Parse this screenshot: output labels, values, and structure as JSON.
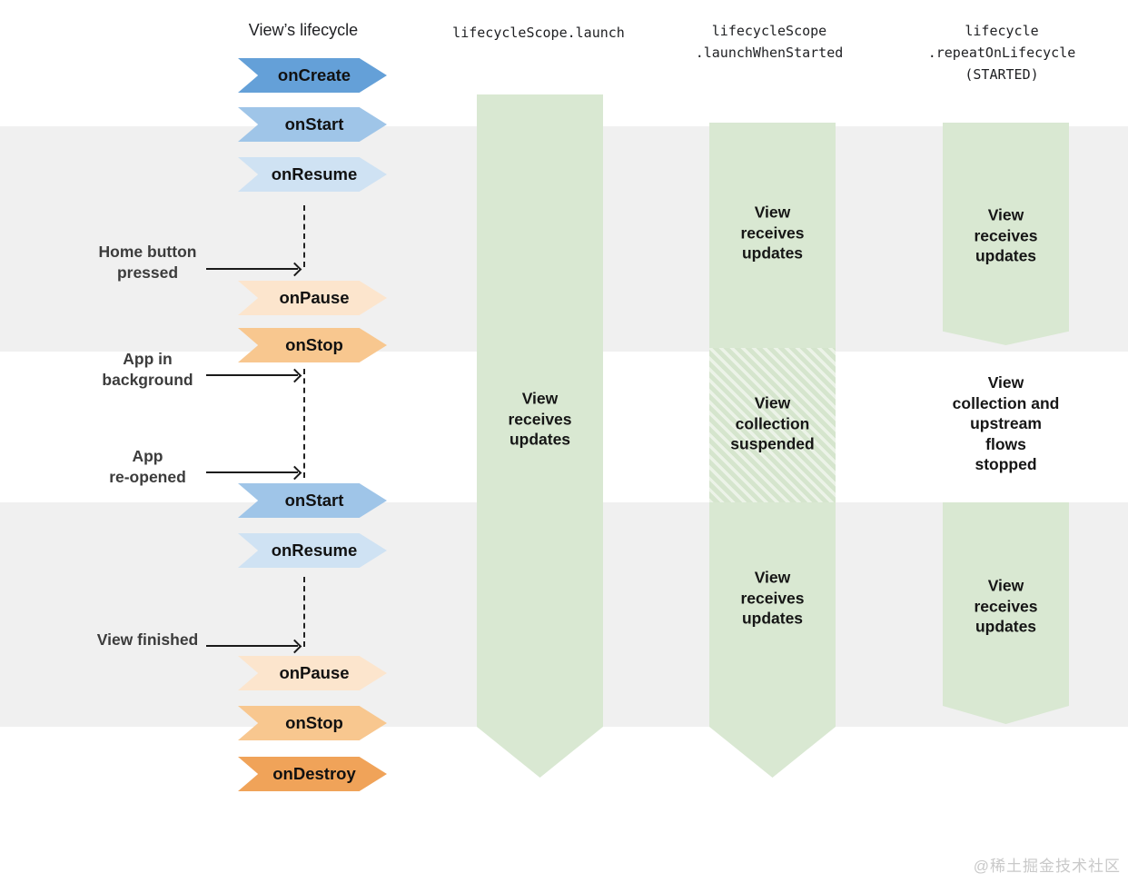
{
  "headers": {
    "lifecycle": "View’s lifecycle",
    "launch": "lifecycleScope.launch",
    "launch_when_started": "lifecycleScope\n.launchWhenStarted",
    "repeat_on_lifecycle": "lifecycle\n.repeatOnLifecycle\n(STARTED)"
  },
  "badges": [
    {
      "label": "onCreate",
      "color": "#64a0d8"
    },
    {
      "label": "onStart",
      "color": "#9fc5e8"
    },
    {
      "label": "onResume",
      "color": "#cfe2f3"
    },
    {
      "label": "onPause",
      "color": "#fce5cd"
    },
    {
      "label": "onStop",
      "color": "#f8c78f"
    },
    {
      "label": "onStart",
      "color": "#9fc5e8"
    },
    {
      "label": "onResume",
      "color": "#cfe2f3"
    },
    {
      "label": "onPause",
      "color": "#fce5cd"
    },
    {
      "label": "onStop",
      "color": "#f8c78f"
    },
    {
      "label": "onDestroy",
      "color": "#f0a359"
    }
  ],
  "annotations": [
    {
      "label": "Home button\npressed"
    },
    {
      "label": "App in\nbackground"
    },
    {
      "label": "App\nre-opened"
    },
    {
      "label": "View finished"
    }
  ],
  "launch_column": {
    "receives": "View\nreceives\nupdates"
  },
  "launch_when_started_column": {
    "receives_top": "View\nreceives\nupdates",
    "suspended": "View\ncollection\nsuspended",
    "receives_bottom": "View\nreceives\nupdates"
  },
  "repeat_column": {
    "receives_top": "View\nreceives\nupdates",
    "stopped": "View\ncollection and\nupstream\nflows\nstopped",
    "receives_bottom": "View\nreceives\nupdates"
  },
  "colors": {
    "green_column": "#d9e8d2",
    "gray_band": "#f0f0f0",
    "text_dark": "#161616"
  },
  "watermark": "@稀土掘金技术社区"
}
